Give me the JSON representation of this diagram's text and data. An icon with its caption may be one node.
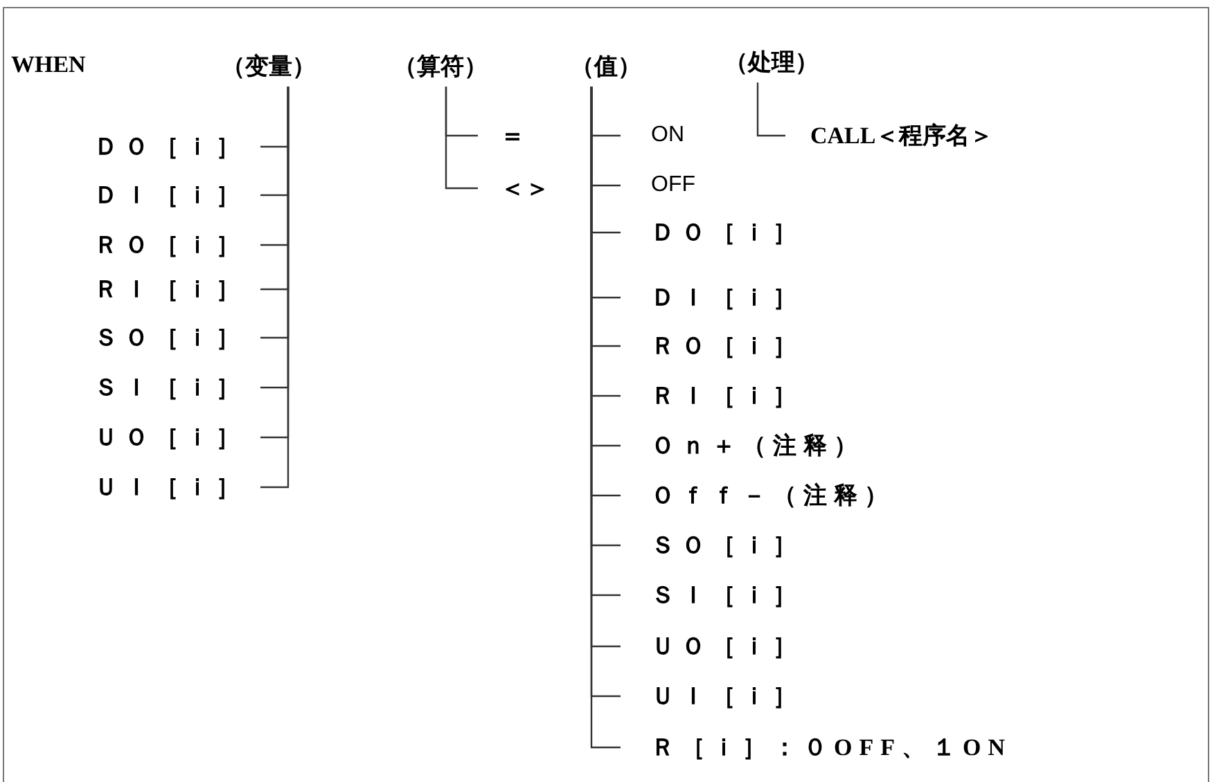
{
  "diagram": {
    "nodes": [
      {
        "text": [
          "（变量）"
        ]
      },
      {
        "text": [
          "（算符）"
        ]
      },
      {
        "text": [
          "（值）"
        ]
      },
      {
        "text": [
          "（处理）"
        ]
      },
      {
        "text": [
          "ＤＯ［ｉ］"
        ]
      },
      {
        "text": [
          "ＤＩ［ｉ］"
        ]
      },
      {
        "text": [
          "ＲＯ［ｉ］"
        ]
      },
      {
        "text": [
          "ＲＩ［ｉ］"
        ]
      },
      {
        "text": [
          "ＳＯ［ｉ］"
        ]
      },
      {
        "text": [
          "ＳＩ［ｉ］"
        ]
      },
      {
        "text": [
          "ＵＯ［ｉ］"
        ]
      },
      {
        "text": [
          "ＵＩ［ｉ］"
        ]
      },
      {
        "text": [
          "＝"
        ]
      },
      {
        "text": [
          "＜＞"
        ]
      },
      {
        "text": [
          "ON"
        ]
      },
      {
        "text": [
          "OFF"
        ]
      },
      {
        "text": [
          "ＤＯ［ｉ］"
        ]
      },
      {
        "text": [
          "ＤＩ［ｉ］"
        ]
      },
      {
        "text": [
          "ＲＯ［ｉ］"
        ]
      },
      {
        "text": [
          "ＲＩ［ｉ］"
        ]
      },
      {
        "text": [
          "Ｏｎ＋（注释）"
        ]
      },
      {
        "text": [
          "Ｏｆｆ－（注释）"
        ]
      },
      {
        "text": [
          "ＳＯ［ｉ］"
        ]
      },
      {
        "text": [
          "ＳＩ［ｉ］"
        ]
      },
      {
        "text": [
          "ＵＯ［ｉ］"
        ]
      },
      {
        "text": [
          "ＵＩ［ｉ］"
        ]
      },
      {
        "text": [
          "Ｒ［ｉ］：０OFF、１ON"
        ]
      },
      {
        "text": [
          "CALL＜程序名＞"
        ]
      }
    ],
    "edges": [
      {
        "from": 0,
        "to": 4,
        "arrow": "none"
      },
      {
        "from": 0,
        "to": 5,
        "arrow": "none"
      },
      {
        "from": 0,
        "to": 6,
        "arrow": "none"
      },
      {
        "from": 0,
        "to": 7,
        "arrow": "none"
      },
      {
        "from": 0,
        "to": 8,
        "arrow": "none"
      },
      {
        "from": 0,
        "to": 9,
        "arrow": "none"
      },
      {
        "from": 0,
        "to": 10,
        "arrow": "none"
      },
      {
        "from": 0,
        "to": 11,
        "arrow": "none"
      },
      {
        "from": 1,
        "to": 12,
        "arrow": "none"
      },
      {
        "from": 1,
        "to": 13,
        "arrow": "none"
      },
      {
        "from": 2,
        "to": 14,
        "arrow": "none"
      },
      {
        "from": 2,
        "to": 15,
        "arrow": "none"
      },
      {
        "from": 2,
        "to": 16,
        "arrow": "none"
      },
      {
        "from": 2,
        "to": 17,
        "arrow": "none"
      },
      {
        "from": 2,
        "to": 18,
        "arrow": "none"
      },
      {
        "from": 2,
        "to": 19,
        "arrow": "none"
      },
      {
        "from": 2,
        "to": 20,
        "arrow": "none"
      },
      {
        "from": 2,
        "to": 21,
        "arrow": "none"
      },
      {
        "from": 2,
        "to": 22,
        "arrow": "none"
      },
      {
        "from": 2,
        "to": 23,
        "arrow": "none"
      },
      {
        "from": 2,
        "to": 24,
        "arrow": "none"
      },
      {
        "from": 2,
        "to": 25,
        "arrow": "none"
      },
      {
        "from": 2,
        "to": 26,
        "arrow": "none"
      },
      {
        "from": 3,
        "to": 27,
        "arrow": "none"
      }
    ],
    "labels": [
      "WHEN"
    ]
  }
}
